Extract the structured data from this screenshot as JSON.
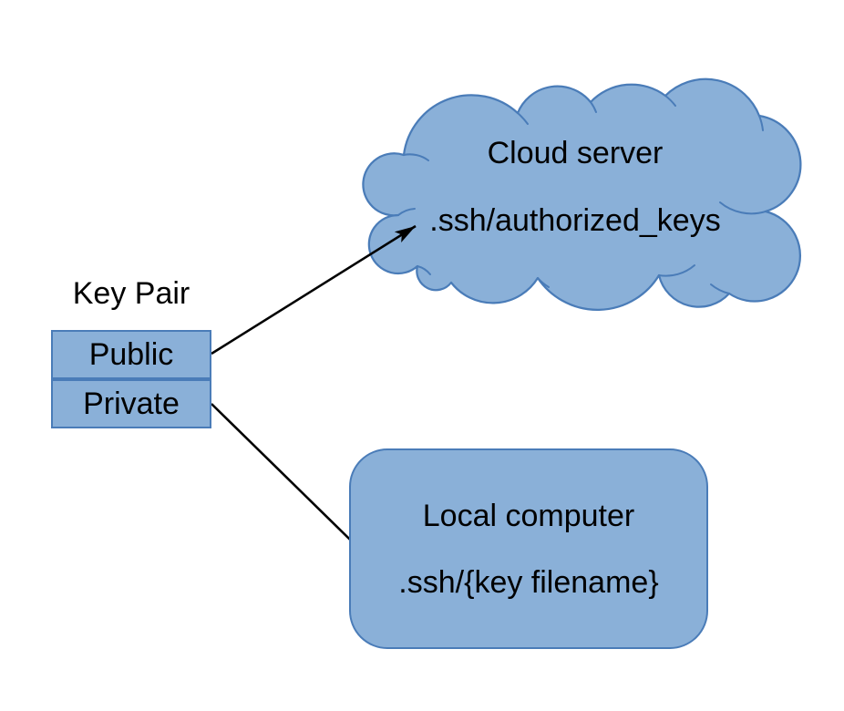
{
  "colors": {
    "shape_fill": "#8AB0D8",
    "shape_stroke": "#4A7CB8",
    "arrow_color": "#000000",
    "text_color": "#000000",
    "canvas_bg": "#FFFFFF"
  },
  "key_pair": {
    "title": "Key Pair",
    "cells": [
      "Public",
      "Private"
    ]
  },
  "cloud_server": {
    "title": "Cloud server",
    "path_label": ".ssh/authorized_keys"
  },
  "local_computer": {
    "title": "Local computer",
    "path_label": ".ssh/{key filename}"
  },
  "connections": [
    {
      "from": "Public",
      "to": ".ssh/authorized_keys"
    },
    {
      "from": "Private",
      "to": ".ssh/{key filename}"
    }
  ]
}
